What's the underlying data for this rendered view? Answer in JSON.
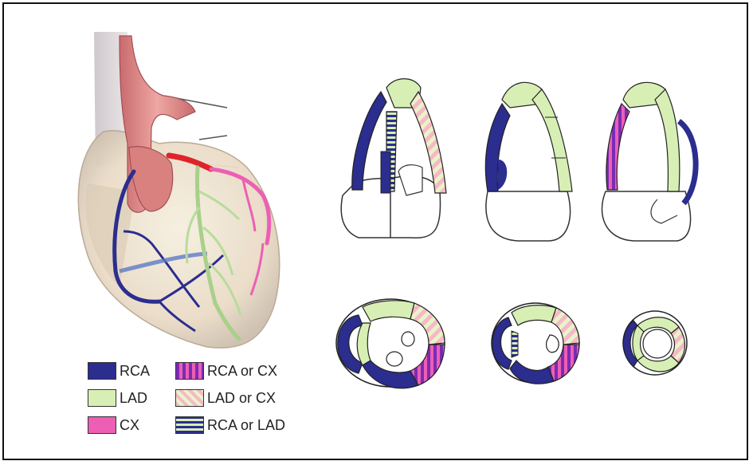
{
  "colors": {
    "RCA": "#2b2d8f",
    "LAD": "#d7efb4",
    "CX": "#ec5fb4",
    "RCA_or_CX_stripe_a": "#7a2bb5",
    "RCA_or_CX_stripe_b": "#ec5fb4",
    "LAD_or_CX_stripe_a": "#f6b8c6",
    "LAD_or_CX_stripe_b": "#e9f3c9",
    "RCA_or_LAD_stripe_a": "#2b2d8f",
    "RCA_or_LAD_stripe_b": "#d7efb4",
    "aorta": "#e89a9a",
    "heart_body": "#efe3cf"
  },
  "legend": {
    "items": [
      {
        "key": "rca",
        "label": "RCA"
      },
      {
        "key": "lad",
        "label": "LAD"
      },
      {
        "key": "cx",
        "label": "CX"
      },
      {
        "key": "rca_cx",
        "label": "RCA or CX"
      },
      {
        "key": "lad_cx",
        "label": "LAD or CX"
      },
      {
        "key": "rca_lad",
        "label": "RCA or LAD"
      }
    ]
  }
}
